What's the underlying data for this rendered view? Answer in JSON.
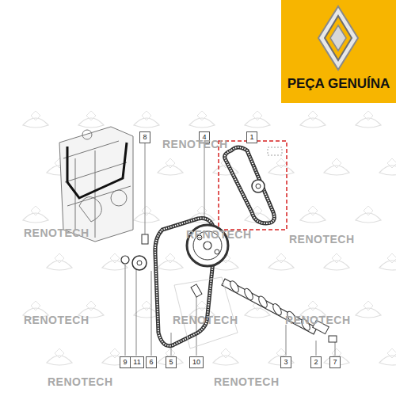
{
  "diagram": {
    "nodes": [
      {
        "text": [
          "PEÇA GENUÍNA"
        ]
      },
      {
        "text": [
          "8"
        ]
      },
      {
        "text": [
          "4"
        ]
      },
      {
        "text": [
          "1"
        ]
      },
      {
        "text": [
          "9"
        ]
      },
      {
        "text": [
          "11"
        ]
      },
      {
        "text": [
          "6"
        ]
      },
      {
        "text": [
          "5"
        ]
      },
      {
        "text": [
          "10"
        ]
      },
      {
        "text": [
          "3"
        ]
      },
      {
        "text": [
          "2"
        ]
      },
      {
        "text": [
          "7"
        ]
      }
    ],
    "labels": [
      "RENOTECH",
      "RENOTECH",
      "RENOTECH",
      "RENOTECH",
      "RENOTECH",
      "RENOTECH",
      "RENOTECH",
      "RENOTECH",
      "RENOTECH"
    ]
  }
}
